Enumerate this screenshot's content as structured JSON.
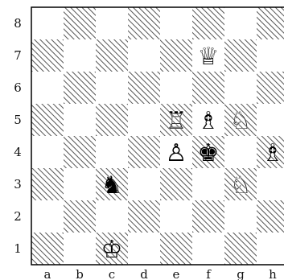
{
  "board": {
    "files": [
      "a",
      "b",
      "c",
      "d",
      "e",
      "f",
      "g",
      "h"
    ],
    "ranks": [
      "8",
      "7",
      "6",
      "5",
      "4",
      "3",
      "2",
      "1"
    ],
    "light_square_color": "#ffffff",
    "dark_square_hatch_color": "#555555",
    "pieces": [
      {
        "square": "f7",
        "color": "white",
        "type": "queen",
        "glyph": "♕"
      },
      {
        "square": "e5",
        "color": "white",
        "type": "rook",
        "glyph": "♖"
      },
      {
        "square": "f5",
        "color": "white",
        "type": "bishop",
        "glyph": "♗"
      },
      {
        "square": "g5",
        "color": "white",
        "type": "knight",
        "glyph": "♘"
      },
      {
        "square": "e4",
        "color": "white",
        "type": "pawn",
        "glyph": "♙"
      },
      {
        "square": "f4",
        "color": "black",
        "type": "king",
        "glyph": "♚"
      },
      {
        "square": "h4",
        "color": "white",
        "type": "bishop",
        "glyph": "♗"
      },
      {
        "square": "c3",
        "color": "black",
        "type": "knight",
        "glyph": "♞"
      },
      {
        "square": "g3",
        "color": "white",
        "type": "knight",
        "glyph": "♘"
      },
      {
        "square": "c1",
        "color": "white",
        "type": "king",
        "glyph": "♔"
      }
    ]
  }
}
